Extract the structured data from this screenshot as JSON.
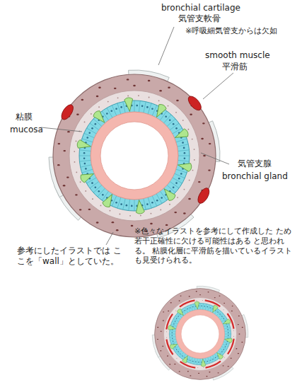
{
  "diagram": {
    "labels": [
      "bronchial cartilage",
      "気管支軟骨",
      "※呼吸細気管支からは欠如",
      "smooth muscle",
      "平滑筋",
      "粘膜",
      "mucosa",
      "気管支腺",
      "bronchial gland",
      "参考にしたイラストでは ここを「wall」としていた。",
      "※色々なイラストを参考にして作成した ため若干正確性に欠ける可能性はある と思われる。 粘膜化層に平滑筋を描いているイラスト も見受けられる。"
    ]
  }
}
